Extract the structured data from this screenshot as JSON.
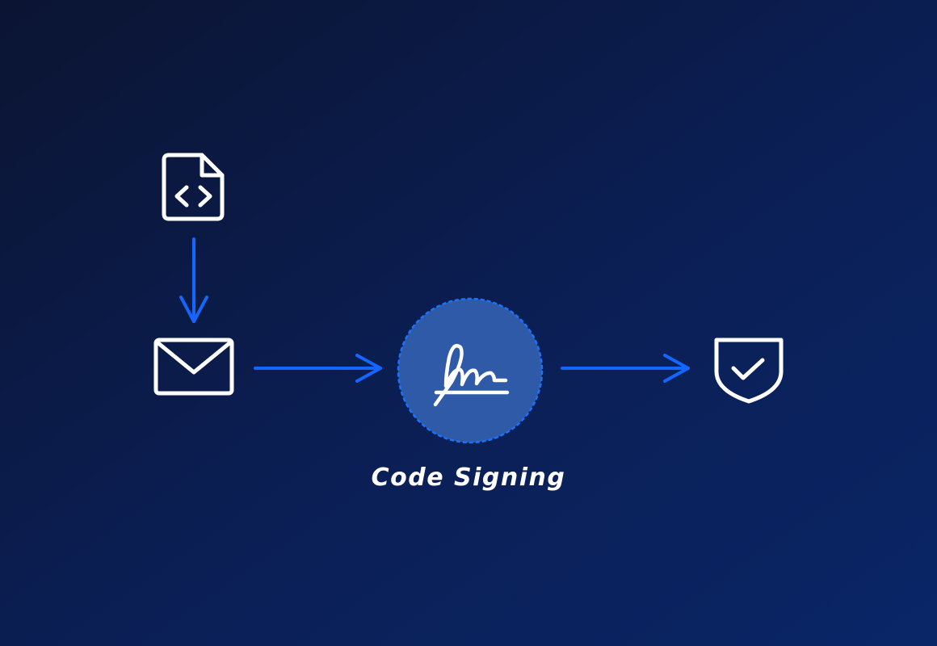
{
  "diagram": {
    "nodes": [
      {
        "id": "source-code",
        "icon": "code-file-icon"
      },
      {
        "id": "package",
        "icon": "envelope-icon"
      },
      {
        "id": "code-signing",
        "icon": "signature-icon",
        "label": "Code Signing"
      },
      {
        "id": "verified",
        "icon": "shield-check-icon"
      }
    ],
    "edges": [
      {
        "from": "source-code",
        "to": "package"
      },
      {
        "from": "package",
        "to": "code-signing"
      },
      {
        "from": "code-signing",
        "to": "verified"
      }
    ]
  },
  "colors": {
    "background_start": "#0b1533",
    "background_end": "#0b2466",
    "arrow": "#1466ff",
    "icon_stroke": "#ffffff",
    "highlight_fill": "#2e5aa8",
    "highlight_border": "#1a73ff",
    "label_text": "#ffffff"
  }
}
